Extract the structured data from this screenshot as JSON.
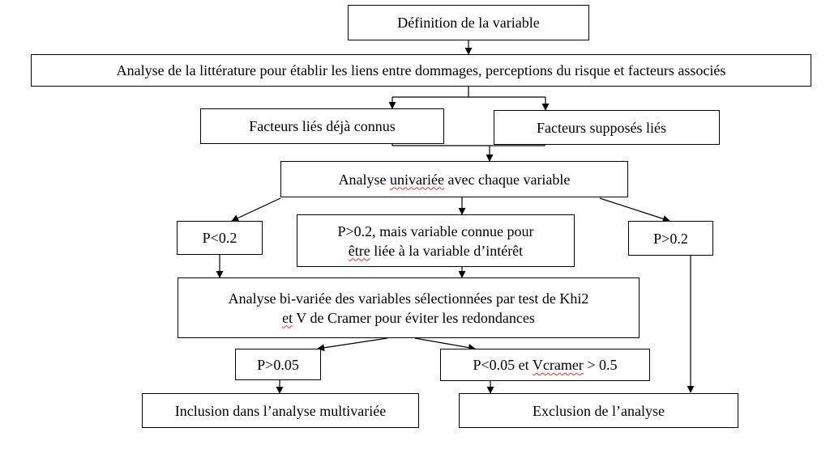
{
  "boxes": {
    "definition": "Définition de la variable",
    "literature": "Analyse de la littérature pour établir les liens entre dommages, perceptions du risque et facteurs associés",
    "known_factors": "Facteurs liés déjà connus",
    "supposed_factors": "Facteurs supposés liés",
    "univariate": {
      "before": "Analyse ",
      "flagged": "univariée",
      "after": " avec chaque variable"
    },
    "p_low": "P<0.2",
    "p_known": {
      "line1": "P>0.2, mais variable connue pour",
      "line2_flagged": "être",
      "line2_rest": " liée à la variable d’intérêt"
    },
    "p_high": "P>0.2",
    "bivariate": {
      "line1": "Analyse bi-variée des variables sélectionnées par test de Khi2",
      "line2_flagged": "et",
      "line2_rest": " V de Cramer pour éviter les redondances"
    },
    "p_005": "P>0.05",
    "p_cramer": {
      "before": "P<0.05 et ",
      "flagged": "Vcramer",
      "after": " > 0.5"
    },
    "inclusion": "Inclusion dans l’analyse multivariée",
    "exclusion": "Exclusion de l’analyse"
  }
}
